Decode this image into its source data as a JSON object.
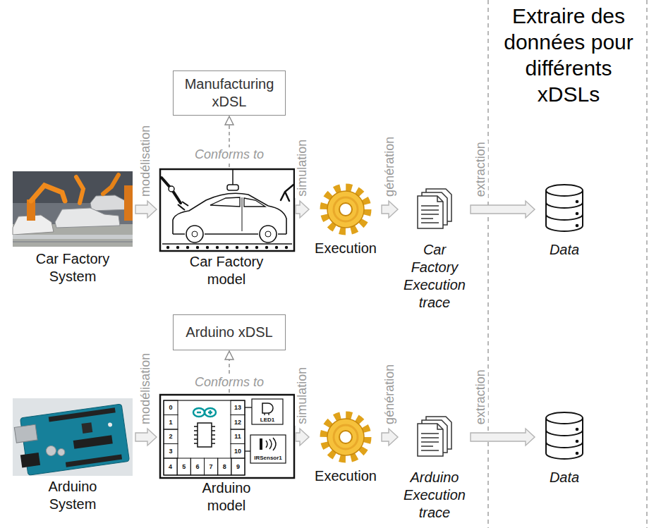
{
  "diagram": {
    "title": "Extraire des données pour différents xDSLs",
    "nodes": [
      {
        "text": [
          "Manufacturing xDSL"
        ]
      },
      {
        "text": [
          "Car Factory System"
        ]
      },
      {
        "text": [
          "Car Factory model"
        ]
      },
      {
        "text": [
          "Execution"
        ]
      },
      {
        "text": [
          "Car Factory Execution trace"
        ]
      },
      {
        "text": [
          "Data"
        ]
      },
      {
        "text": [
          "Arduino xDSL"
        ]
      },
      {
        "text": [
          "Arduino System"
        ]
      },
      {
        "text": [
          "Arduino model"
        ]
      },
      {
        "text": [
          "Execution"
        ]
      },
      {
        "text": [
          "Arduino Execution trace"
        ]
      },
      {
        "text": [
          "Data"
        ]
      }
    ],
    "edges": [
      {
        "from": 1,
        "to": 2,
        "arrow": "to",
        "label": "modélisation"
      },
      {
        "from": 2,
        "to": 0,
        "arrow": "to",
        "label": "Conforms to"
      },
      {
        "from": 2,
        "to": 3,
        "arrow": "to",
        "label": "simulation"
      },
      {
        "from": 3,
        "to": 4,
        "arrow": "to",
        "label": "génération"
      },
      {
        "from": 4,
        "to": 5,
        "arrow": "to",
        "label": "extraction"
      },
      {
        "from": 7,
        "to": 8,
        "arrow": "to",
        "label": "modélisation"
      },
      {
        "from": 8,
        "to": 6,
        "arrow": "to",
        "label": "Conforms to"
      },
      {
        "from": 8,
        "to": 9,
        "arrow": "to",
        "label": "simulation"
      },
      {
        "from": 9,
        "to": 10,
        "arrow": "to",
        "label": "génération"
      },
      {
        "from": 10,
        "to": 11,
        "arrow": "to",
        "label": "extraction"
      }
    ],
    "labels": [
      "0",
      "1",
      "2",
      "3",
      "4",
      "5",
      "6",
      "7",
      "8",
      "9",
      "10",
      "11",
      "12",
      "13",
      "LED1",
      "IRSensor1"
    ]
  }
}
